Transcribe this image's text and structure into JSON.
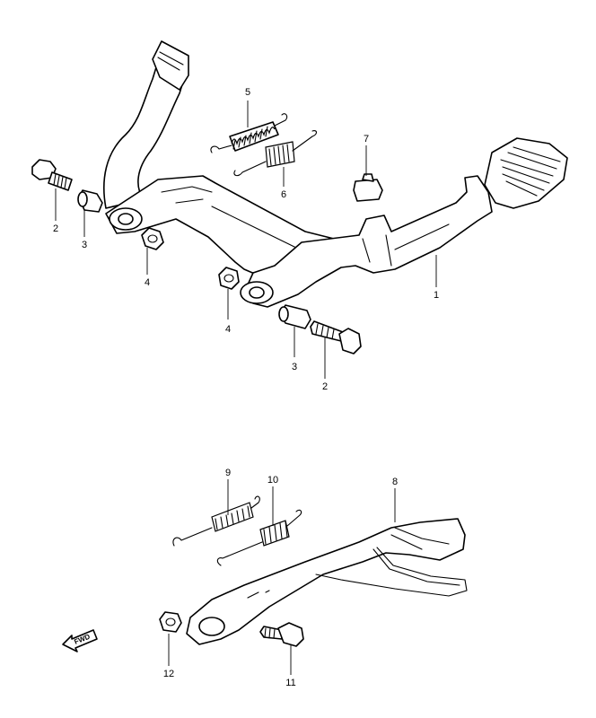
{
  "callouts": {
    "c1": "1",
    "c2a": "2",
    "c2b": "2",
    "c3a": "3",
    "c3b": "3",
    "c4a": "4",
    "c4b": "4",
    "c5": "5",
    "c6": "6",
    "c7": "7",
    "c8": "8",
    "c9": "9",
    "c10": "10",
    "c11": "11",
    "c12": "12"
  },
  "fwd_label": "FWD",
  "icons": {
    "fwd": "fwd-arrow-icon"
  }
}
